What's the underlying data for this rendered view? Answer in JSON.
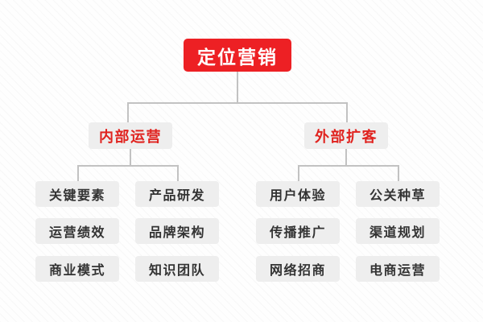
{
  "diagram": {
    "type": "org-tree",
    "colors": {
      "root_background": "#ED2024",
      "root_text": "#FFFFFF",
      "branch_background": "#EEEEEE",
      "branch_text": "#E0231F",
      "leaf_background": "#EEEEEE",
      "leaf_text": "#333333",
      "connector": "#C2C2C2",
      "page_background": "#FEFEFE"
    },
    "root": {
      "label": "定位营销"
    },
    "branches": [
      {
        "label": "内部运营",
        "leaves": [
          "关键要素",
          "产品研发",
          "运营绩效",
          "品牌架构",
          "商业模式",
          "知识团队"
        ]
      },
      {
        "label": "外部扩客",
        "leaves": [
          "用户体验",
          "公关种草",
          "传播推广",
          "渠道规划",
          "网络招商",
          "电商运营"
        ]
      }
    ]
  }
}
